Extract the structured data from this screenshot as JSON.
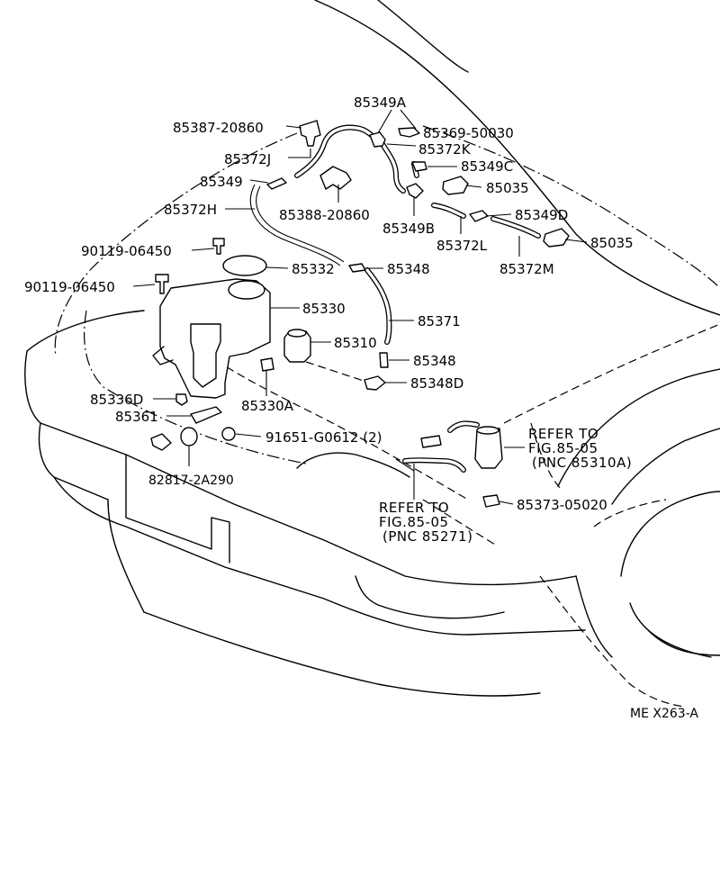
{
  "labels": {
    "p_85349A": "85349A",
    "p_85387_20860": "85387-20860",
    "p_85369_50030": "85369-50030",
    "p_85372K": "85372K",
    "p_85372J": "85372J",
    "p_85349C": "85349C",
    "p_85349": "85349",
    "p_85035_a": "85035",
    "p_85372H": "85372H",
    "p_85388_20860": "85388-20860",
    "p_85349D": "85349D",
    "p_85349B": "85349B",
    "p_85372L": "85372L",
    "p_85035_b": "85035",
    "p_90119_06450_a": "90119-06450",
    "p_85372M": "85372M",
    "p_85332": "85332",
    "p_85348_a": "85348",
    "p_90119_06450_b": "90119-06450",
    "p_85330": "85330",
    "p_85371": "85371",
    "p_85310": "85310",
    "p_85348_b": "85348",
    "p_85348D": "85348D",
    "p_85336D": "85336D",
    "p_85330A": "85330A",
    "p_85361": "85361",
    "p_91651": "91651-G0612 (2)",
    "p_82817": "82817-2A290",
    "p_85373_05020": "85373-05020"
  },
  "references": {
    "ref1_line1": "REFER TO",
    "ref1_line2": "FIG.85-05",
    "ref1_line3": "(PNC 85310A)",
    "ref2_line1": "REFER TO",
    "ref2_line2": "FIG.85-05",
    "ref2_line3": "(PNC 85271)"
  },
  "diagram_code": "ME X263-A"
}
